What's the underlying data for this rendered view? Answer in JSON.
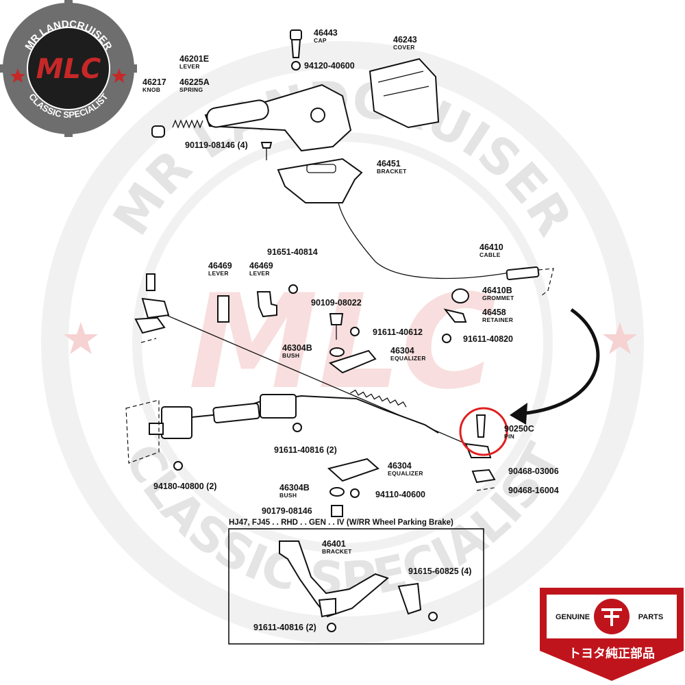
{
  "watermark": {
    "top_arc": "MR LANDCRUISER",
    "bottom_arc": "CLASSIC SPECIALIST",
    "center": "MLC"
  },
  "logo": {
    "top_text": "MR LANDCRUISER",
    "bottom_text": "CLASSIC SPECIALIST",
    "mark": "MLC",
    "colors": {
      "ring": "#6e6e6e",
      "inner": "#1d1d1d",
      "mark": "#c62828",
      "text": "#ffffff"
    }
  },
  "badge": {
    "left_text": "GENUINE",
    "right_text": "PARTS",
    "bottom_text": "トヨタ純正部品",
    "colors": {
      "red": "#c0141c",
      "white": "#ffffff"
    }
  },
  "highlight": {
    "part_number": "90250C",
    "color": "#e02020",
    "arrow_color": "#111111"
  },
  "inset_caption": "HJ47, FJ45 . . RHD . . GEN . . IV (W/RR Wheel Parking Brake)",
  "labels": [
    {
      "id": "46443",
      "pn": "46443",
      "name": "CAP"
    },
    {
      "id": "94120-40600",
      "pn": "94120-40600",
      "name": ""
    },
    {
      "id": "46243",
      "pn": "46243",
      "name": "COVER"
    },
    {
      "id": "46201E",
      "pn": "46201E",
      "name": "LEVER"
    },
    {
      "id": "46225A",
      "pn": "46225A",
      "name": "SPRING"
    },
    {
      "id": "46217",
      "pn": "46217",
      "name": "KNOB"
    },
    {
      "id": "90119-08146",
      "pn": "90119-08146 (4)",
      "name": ""
    },
    {
      "id": "46451",
      "pn": "46451",
      "name": "BRACKET"
    },
    {
      "id": "46410",
      "pn": "46410",
      "name": "CABLE"
    },
    {
      "id": "46410B",
      "pn": "46410B",
      "name": "GROMMET"
    },
    {
      "id": "91651-40814",
      "pn": "91651-40814",
      "name": ""
    },
    {
      "id": "46469a",
      "pn": "46469",
      "name": "LEVER"
    },
    {
      "id": "46469b",
      "pn": "46469",
      "name": "LEVER"
    },
    {
      "id": "90109-08022",
      "pn": "90109-08022",
      "name": ""
    },
    {
      "id": "46458",
      "pn": "46458",
      "name": "RETAINER"
    },
    {
      "id": "91611-40612",
      "pn": "91611-40612",
      "name": ""
    },
    {
      "id": "91611-40820",
      "pn": "91611-40820",
      "name": ""
    },
    {
      "id": "46304B_top",
      "pn": "46304B",
      "name": "BUSH"
    },
    {
      "id": "46304_top",
      "pn": "46304",
      "name": "EQUALIZER"
    },
    {
      "id": "90250C",
      "pn": "90250C",
      "name": "PIN"
    },
    {
      "id": "91611-40816",
      "pn": "91611-40816 (2)",
      "name": ""
    },
    {
      "id": "94180-40800",
      "pn": "94180-40800 (2)",
      "name": ""
    },
    {
      "id": "46304_bot",
      "pn": "46304",
      "name": "EQUALIZER"
    },
    {
      "id": "90468-03006",
      "pn": "90468-03006",
      "name": ""
    },
    {
      "id": "90468-16004",
      "pn": "90468-16004",
      "name": ""
    },
    {
      "id": "46304B_bot",
      "pn": "46304B",
      "name": "BUSH"
    },
    {
      "id": "94110-40600",
      "pn": "94110-40600",
      "name": ""
    },
    {
      "id": "90179-08146",
      "pn": "90179-08146",
      "name": ""
    },
    {
      "id": "46401",
      "pn": "46401",
      "name": "BRACKET"
    },
    {
      "id": "91615-60825",
      "pn": "91615-60825 (4)",
      "name": ""
    },
    {
      "id": "91611-40816_inset",
      "pn": "91611-40816 (2)",
      "name": ""
    }
  ]
}
